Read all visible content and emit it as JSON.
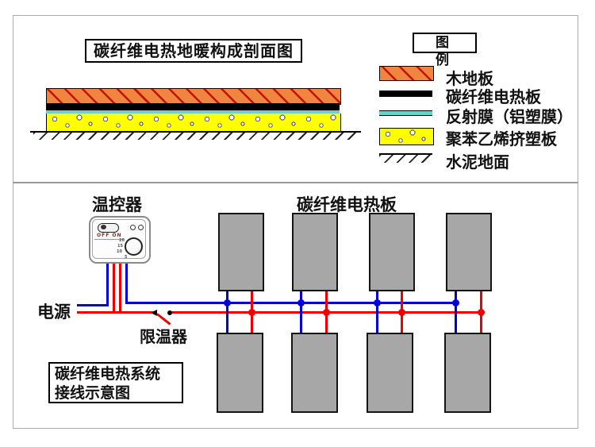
{
  "top": {
    "title": "碳纤维电热地暖构成剖面图",
    "legend": {
      "title": "图 例",
      "items": [
        {
          "symbol": "wood-hatch-swatch",
          "label": "木地板"
        },
        {
          "symbol": "carbon-line-swatch",
          "label": "碳纤维电热板"
        },
        {
          "symbol": "film-line-swatch",
          "label": "反射膜（铝塑膜）"
        },
        {
          "symbol": "foam-board-swatch",
          "label": "聚苯乙烯挤塑板"
        },
        {
          "symbol": "cement-hatch-swatch",
          "label": "水泥地面"
        }
      ]
    }
  },
  "bottom": {
    "thermostat_label": "温控器",
    "panels_label": "碳纤维电热板",
    "power_label": "电源",
    "limiter_label": "限温器",
    "caption_line1": "碳纤维电热系统",
    "caption_line2": "接线示意图",
    "thermostat": {
      "switch_text": "OFF ON",
      "dial_marks": [
        "20",
        "15",
        "10",
        "5"
      ]
    },
    "panel_grid": {
      "rows": 2,
      "columns": 4
    }
  },
  "colors": {
    "wood_orange": "#F08540",
    "hatch_red": "#C41200",
    "carbon_black": "#000000",
    "film_cyan": "#72CFC8",
    "foam_yellow": "#FFFF00",
    "panel_gray": "#A7A7A7",
    "wire_blue": "#0000DD",
    "wire_red": "#EE0000"
  }
}
